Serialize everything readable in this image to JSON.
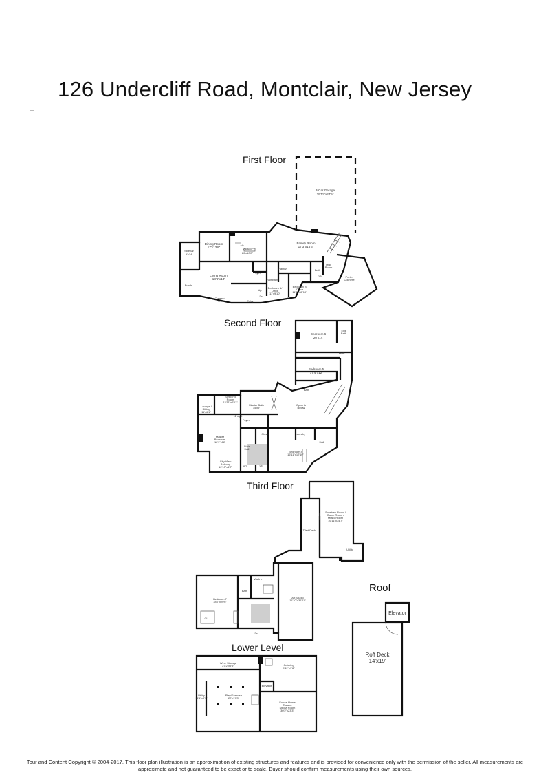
{
  "title": "126 Undercliff Road, Montclair, New Jersey",
  "floors": {
    "first": {
      "label": "First Floor",
      "rooms": {
        "garage": [
          "3-Car Garage",
          "29'11\"x24'5\""
        ],
        "dining": [
          "Dining Room",
          "17'x13'8\""
        ],
        "kitchen": [
          "Alc",
          "Kitchen",
          "20'x10'8\""
        ],
        "family": [
          "Family Room",
          "17'3\"x15'6\""
        ],
        "sidebar": [
          "Sidebar",
          "9'x14'"
        ],
        "living": [
          "Living Room",
          "18'6\"x13'"
        ],
        "porch": [
          "Porch"
        ],
        "covered_porch": [
          "Covered",
          "Porch"
        ],
        "bedroom1": [
          "Bedroom 1/",
          "Office",
          "11'x9'10\""
        ],
        "bedroom2": [
          "Bedroom 2/",
          "Office",
          "11'2\"x11'10\""
        ],
        "porte": [
          "Porte-",
          "Cochere"
        ],
        "half_bath": [
          "Half Bath"
        ],
        "pantry": [
          "Pantry"
        ],
        "mud": [
          "Mud",
          "Room"
        ],
        "bath": [
          "Bath"
        ],
        "foyer": [
          "Foyer"
        ],
        "up": [
          "Up"
        ],
        "entry": [
          "Entry"
        ],
        "cl": [
          "CL"
        ],
        "dn": [
          "Dn"
        ]
      }
    },
    "second": {
      "label": "Second Floor",
      "rooms": {
        "bedroom6": [
          "Bedroom 6",
          "20'x14'"
        ],
        "bedroom5": [
          "Bedroom 5",
          "17'4\"x12'"
        ],
        "bath": [
          "Bath"
        ],
        "sleeping": [
          "Sleeping",
          "Room",
          "12'11\"x6'11\""
        ],
        "lounge": [
          "Lounge /",
          "Sitting",
          "11'x6'1\""
        ],
        "master_bath": [
          "Master Bath",
          "15'x9'"
        ],
        "master_bedroom": [
          "Master",
          "Bedroom",
          "16'9\"x12'"
        ],
        "open_below": [
          "Open to",
          "Below"
        ],
        "laundry": [
          "Laundry"
        ],
        "bedroom4": [
          "Bedroom 4",
          "16'11\"x12'10\""
        ],
        "city_view": [
          "City View",
          "Balcony",
          "12'10\"x4'7\""
        ],
        "walk": [
          "Walk",
          "In CL"
        ],
        "stair": [
          "Stair",
          "Hall"
        ],
        "ensuite": [
          "Ens",
          "Bath"
        ],
        "foyer": [
          "Foyer"
        ],
        "closet": [
          "Closet"
        ],
        "hall": [
          "Hall"
        ],
        "dn": [
          "Dn"
        ],
        "up": [
          "Up"
        ],
        "size": [
          "11 sq ft"
        ]
      }
    },
    "third": {
      "label": "Third Floor",
      "rooms": {
        "solarium": [
          "Solarium Room /",
          "Game Room /",
          "Music Room",
          "16'11\"x34'7\""
        ],
        "tiled_deck": [
          "Tiled Deck"
        ],
        "utility": [
          "Utility"
        ],
        "bedroom7": [
          "Bedroom 7",
          "18'7\"x20'6\""
        ],
        "art_studio": [
          "Art Studio",
          "11'10\"x31'11\""
        ],
        "bath": [
          "Bath"
        ],
        "walk": [
          "Walk In"
        ],
        "dn": [
          "Dn"
        ],
        "cl": [
          "CL"
        ]
      }
    },
    "roof": {
      "label": "Roof",
      "rooms": {
        "elevator": [
          "Elevator"
        ],
        "deck": [
          "Roff Deck",
          "14'x19'"
        ]
      }
    },
    "lower": {
      "label": "Lower Level",
      "rooms": {
        "wine": [
          "Wine Storage",
          "27'2\"x9'9\""
        ],
        "catering": [
          "Catering",
          "9'11\"x9'8\""
        ],
        "elevator": [
          "Elevator"
        ],
        "utility": [
          "Utility",
          "11'1\"x9'3\""
        ],
        "play": [
          "Play/Exercise",
          "22'x17'3\""
        ],
        "theater": [
          "Future Home",
          "Theater",
          "Media Room",
          "30'2\"x23'3\""
        ]
      }
    }
  },
  "footer": {
    "line1": "Tour and Content Copyright © 2004-2017. This floor plan illustration is an approximation of existing structures and features and is provided for convenience only with the permission of the seller. All measurements are",
    "line2": "approximate and not guaranteed to be exact or to scale. Buyer should confirm measurements using their own sources."
  }
}
